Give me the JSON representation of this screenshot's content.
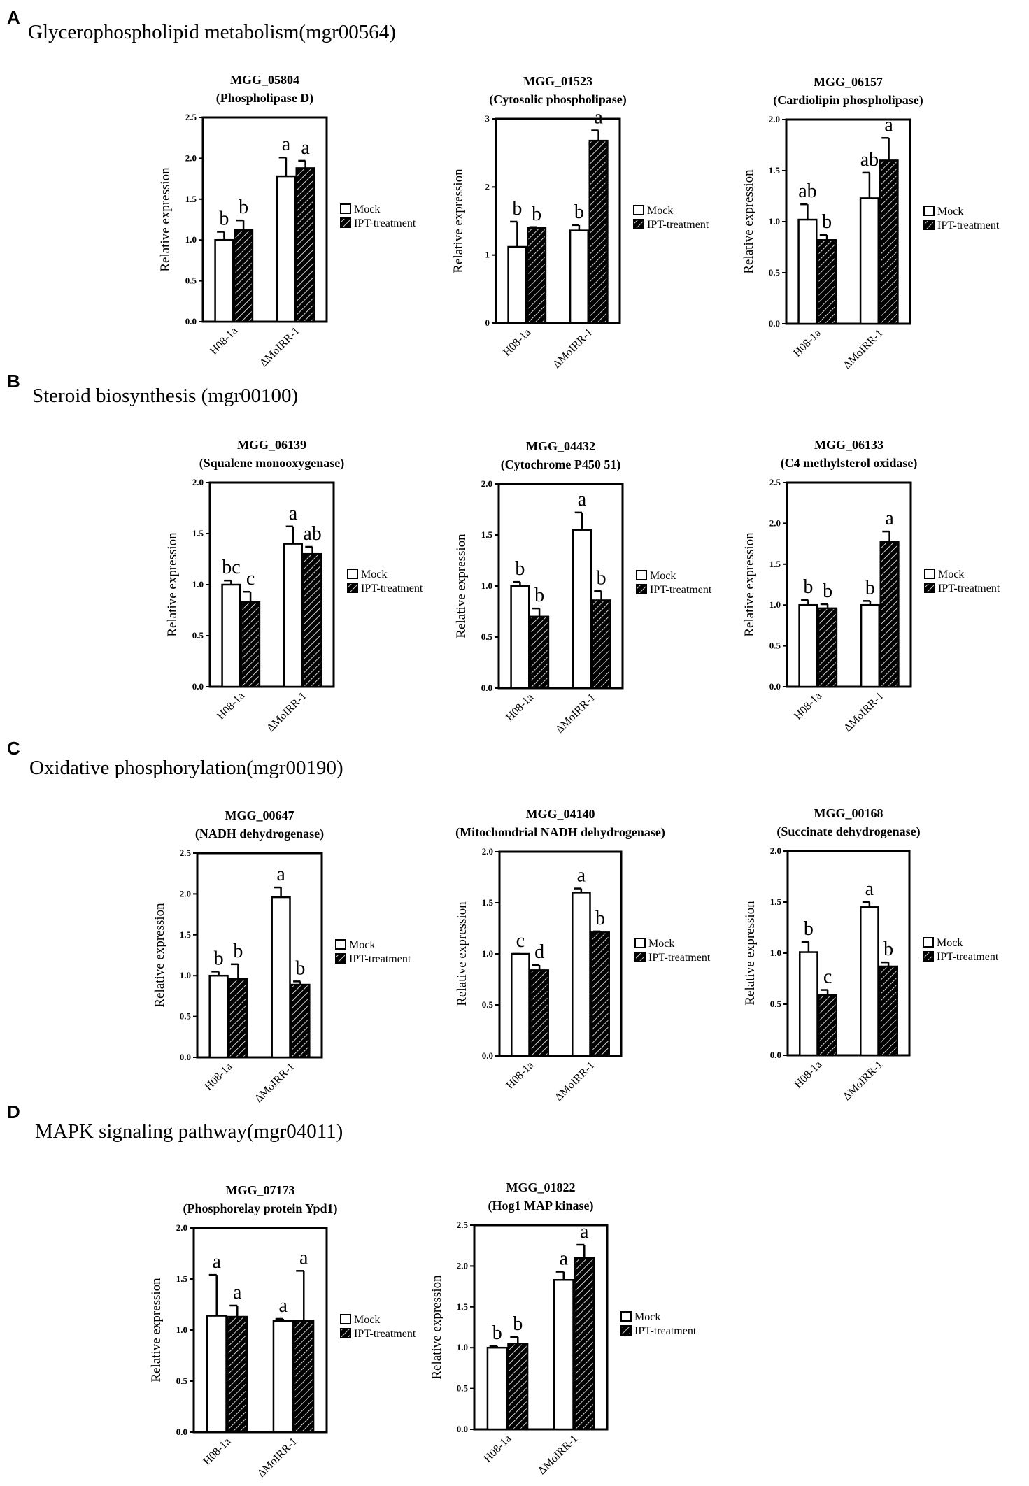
{
  "sections": [
    {
      "letter": "A",
      "title": "Glycerophospholipid metabolism(mgr00564)"
    },
    {
      "letter": "B",
      "title": "Steroid biosynthesis (mgr00100)"
    },
    {
      "letter": "C",
      "title": "Oxidative phosphorylation(mgr00190)"
    },
    {
      "letter": "D",
      "title": "MAPK signaling pathway(mgr04011)"
    }
  ],
  "legend": {
    "series": [
      "Mock",
      "IPT-treatment"
    ]
  },
  "colors": {
    "mock_fill": "#ffffff",
    "ipt_fill": "#000000",
    "axis": "#000000"
  },
  "chart_data": [
    {
      "type": "bar",
      "section": "A",
      "title": "MGG_05804",
      "subtitle": "(Phospholipase D)",
      "ylabel": "Relative expression",
      "ylim": [
        0,
        2.5
      ],
      "yticks": [
        "0.0",
        "0.5",
        "1.0",
        "1.5",
        "2.0",
        "2.5"
      ],
      "categories": [
        "H08-1a",
        "ΔMoIRR-1"
      ],
      "series": [
        {
          "name": "Mock",
          "values": [
            1.0,
            1.78
          ],
          "errors": [
            0.1,
            0.23
          ]
        },
        {
          "name": "IPT-treatment",
          "values": [
            1.12,
            1.88
          ],
          "errors": [
            0.12,
            0.09
          ]
        }
      ],
      "annotations": [
        [
          "b",
          "a"
        ],
        [
          "b",
          "a"
        ]
      ]
    },
    {
      "type": "bar",
      "section": "A",
      "title": "MGG_01523",
      "subtitle": "(Cytosolic phospholipase)",
      "ylabel": "Relative expression",
      "ylim": [
        0,
        3
      ],
      "yticks": [
        "0",
        "1",
        "2",
        "3"
      ],
      "categories": [
        "H08-1a",
        "ΔMoIRR-1"
      ],
      "series": [
        {
          "name": "Mock",
          "values": [
            1.12,
            1.36
          ],
          "errors": [
            0.37,
            0.08
          ]
        },
        {
          "name": "IPT-treatment",
          "values": [
            1.4,
            2.68
          ],
          "errors": [
            0.01,
            0.15
          ]
        }
      ],
      "annotations": [
        [
          "b",
          "b"
        ],
        [
          "b",
          "a"
        ]
      ]
    },
    {
      "type": "bar",
      "section": "A",
      "title": "MGG_06157",
      "subtitle": "(Cardiolipin phospholipase)",
      "ylabel": "Relative expression",
      "ylim": [
        0,
        2.0
      ],
      "yticks": [
        "0.0",
        "0.5",
        "1.0",
        "1.5",
        "2.0"
      ],
      "categories": [
        "H08-1a",
        "ΔMoIRR-1"
      ],
      "series": [
        {
          "name": "Mock",
          "values": [
            1.02,
            1.23
          ],
          "errors": [
            0.15,
            0.25
          ]
        },
        {
          "name": "IPT-treatment",
          "values": [
            0.82,
            1.6
          ],
          "errors": [
            0.05,
            0.22
          ]
        }
      ],
      "annotations": [
        [
          "ab",
          "ab"
        ],
        [
          "b",
          "a"
        ]
      ]
    },
    {
      "type": "bar",
      "section": "B",
      "title": "MGG_06139",
      "subtitle": "(Squalene monooxygenase)",
      "ylabel": "Relative expression",
      "ylim": [
        0,
        2.0
      ],
      "yticks": [
        "0.0",
        "0.5",
        "1.0",
        "1.5",
        "2.0"
      ],
      "categories": [
        "H08-1a",
        "ΔMoIRR-1"
      ],
      "series": [
        {
          "name": "Mock",
          "values": [
            1.0,
            1.4
          ],
          "errors": [
            0.04,
            0.17
          ]
        },
        {
          "name": "IPT-treatment",
          "values": [
            0.83,
            1.3
          ],
          "errors": [
            0.1,
            0.07
          ]
        }
      ],
      "annotations": [
        [
          "bc",
          "a"
        ],
        [
          "c",
          "ab"
        ]
      ]
    },
    {
      "type": "bar",
      "section": "B",
      "title": "MGG_04432",
      "subtitle": "(Cytochrome P450 51)",
      "ylabel": "Relative expression",
      "ylim": [
        0,
        2.0
      ],
      "yticks": [
        "0.0",
        "0.5",
        "1.0",
        "1.5",
        "2.0"
      ],
      "categories": [
        "H08-1a",
        "ΔMoIRR-1"
      ],
      "series": [
        {
          "name": "Mock",
          "values": [
            1.0,
            1.55
          ],
          "errors": [
            0.04,
            0.17
          ]
        },
        {
          "name": "IPT-treatment",
          "values": [
            0.7,
            0.86
          ],
          "errors": [
            0.08,
            0.09
          ]
        }
      ],
      "annotations": [
        [
          "b",
          "a"
        ],
        [
          "b",
          "b"
        ]
      ]
    },
    {
      "type": "bar",
      "section": "B",
      "title": "MGG_06133",
      "subtitle": "(C4 methylsterol oxidase)",
      "ylabel": "Relative expression",
      "ylim": [
        0,
        2.5
      ],
      "yticks": [
        "0.0",
        "0.5",
        "1.0",
        "1.5",
        "2.0",
        "2.5"
      ],
      "categories": [
        "H08-1a",
        "ΔMoIRR-1"
      ],
      "series": [
        {
          "name": "Mock",
          "values": [
            1.0,
            1.0
          ],
          "errors": [
            0.06,
            0.05
          ]
        },
        {
          "name": "IPT-treatment",
          "values": [
            0.96,
            1.77
          ],
          "errors": [
            0.05,
            0.13
          ]
        }
      ],
      "annotations": [
        [
          "b",
          "b"
        ],
        [
          "b",
          "a"
        ]
      ]
    },
    {
      "type": "bar",
      "section": "C",
      "title": "MGG_00647",
      "subtitle": "(NADH dehydrogenase)",
      "ylabel": "Relative expression",
      "ylim": [
        0,
        2.5
      ],
      "yticks": [
        "0.0",
        "0.5",
        "1.0",
        "1.5",
        "2.0",
        "2.5"
      ],
      "categories": [
        "H08-1a",
        "ΔMoIRR-1"
      ],
      "series": [
        {
          "name": "Mock",
          "values": [
            1.0,
            1.96
          ],
          "errors": [
            0.05,
            0.12
          ]
        },
        {
          "name": "IPT-treatment",
          "values": [
            0.96,
            0.89
          ],
          "errors": [
            0.18,
            0.04
          ]
        }
      ],
      "annotations": [
        [
          "b",
          "a"
        ],
        [
          "b",
          "b"
        ]
      ]
    },
    {
      "type": "bar",
      "section": "C",
      "title": "MGG_04140",
      "subtitle": "(Mitochondrial NADH dehydrogenase)",
      "ylabel": "Relative expression",
      "ylim": [
        0,
        2.0
      ],
      "yticks": [
        "0.0",
        "0.5",
        "1.0",
        "1.5",
        "2.0"
      ],
      "categories": [
        "H08-1a",
        "ΔMoIRR-1"
      ],
      "series": [
        {
          "name": "Mock",
          "values": [
            1.0,
            1.6
          ],
          "errors": [
            0.0,
            0.04
          ]
        },
        {
          "name": "IPT-treatment",
          "values": [
            0.84,
            1.21
          ],
          "errors": [
            0.05,
            0.01
          ]
        }
      ],
      "annotations": [
        [
          "c",
          "a"
        ],
        [
          "d",
          "b"
        ]
      ]
    },
    {
      "type": "bar",
      "section": "C",
      "title": "MGG_00168",
      "subtitle": "(Succinate dehydrogenase)",
      "ylabel": "Relative expression",
      "ylim": [
        0,
        2.0
      ],
      "yticks": [
        "0.0",
        "0.5",
        "1.0",
        "1.5",
        "2.0"
      ],
      "categories": [
        "H08-1a",
        "ΔMoIRR-1"
      ],
      "series": [
        {
          "name": "Mock",
          "values": [
            1.01,
            1.45
          ],
          "errors": [
            0.1,
            0.05
          ]
        },
        {
          "name": "IPT-treatment",
          "values": [
            0.59,
            0.87
          ],
          "errors": [
            0.05,
            0.04
          ]
        }
      ],
      "annotations": [
        [
          "b",
          "a"
        ],
        [
          "c",
          "b"
        ]
      ]
    },
    {
      "type": "bar",
      "section": "D",
      "title": "MGG_07173",
      "subtitle": "(Phosphorelay protein Ypd1)",
      "ylabel": "Relative expression",
      "ylim": [
        0,
        2.0
      ],
      "yticks": [
        "0.0",
        "0.5",
        "1.0",
        "1.5",
        "2.0"
      ],
      "categories": [
        "H08-1a",
        "ΔMoIRR-1"
      ],
      "series": [
        {
          "name": "Mock",
          "values": [
            1.14,
            1.09
          ],
          "errors": [
            0.4,
            0.02
          ]
        },
        {
          "name": "IPT-treatment",
          "values": [
            1.13,
            1.09
          ],
          "errors": [
            0.11,
            0.49
          ]
        }
      ],
      "annotations": [
        [
          "a",
          "a"
        ],
        [
          "a",
          "a"
        ]
      ]
    },
    {
      "type": "bar",
      "section": "D",
      "title": "MGG_01822",
      "subtitle": "(Hog1 MAP kinase)",
      "ylabel": "Relative expression",
      "ylim": [
        0,
        2.5
      ],
      "yticks": [
        "0.0",
        "0.5",
        "1.0",
        "1.5",
        "2.0",
        "2.5"
      ],
      "categories": [
        "H08-1a",
        "ΔMoIRR-1"
      ],
      "series": [
        {
          "name": "Mock",
          "values": [
            1.0,
            1.83
          ],
          "errors": [
            0.02,
            0.1
          ]
        },
        {
          "name": "IPT-treatment",
          "values": [
            1.05,
            2.1
          ],
          "errors": [
            0.08,
            0.16
          ]
        }
      ],
      "annotations": [
        [
          "b",
          "a"
        ],
        [
          "b",
          "a"
        ]
      ]
    }
  ]
}
